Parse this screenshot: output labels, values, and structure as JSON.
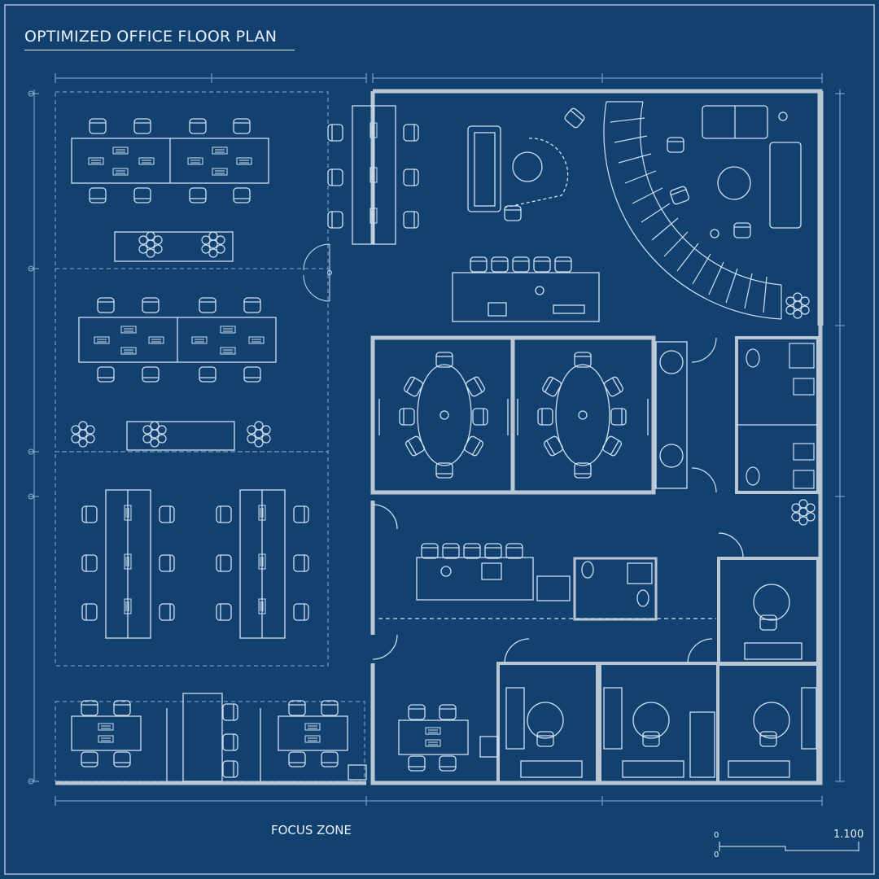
{
  "title": "OPTIMIZED OFFICE FLOOR PLAN",
  "zone_label": "FOCUS ZONE",
  "scale": {
    "ratio": "1.100",
    "zero": "0"
  },
  "colors": {
    "background": "#12416f",
    "line": "#cfe0f2",
    "wall": "#b9c6d4",
    "dim": "#8fb0d2"
  },
  "furniture": {
    "desk_clusters": 4,
    "bench_desks": 3,
    "conference_rooms": 2,
    "private_offices": 4,
    "planters": 7
  }
}
